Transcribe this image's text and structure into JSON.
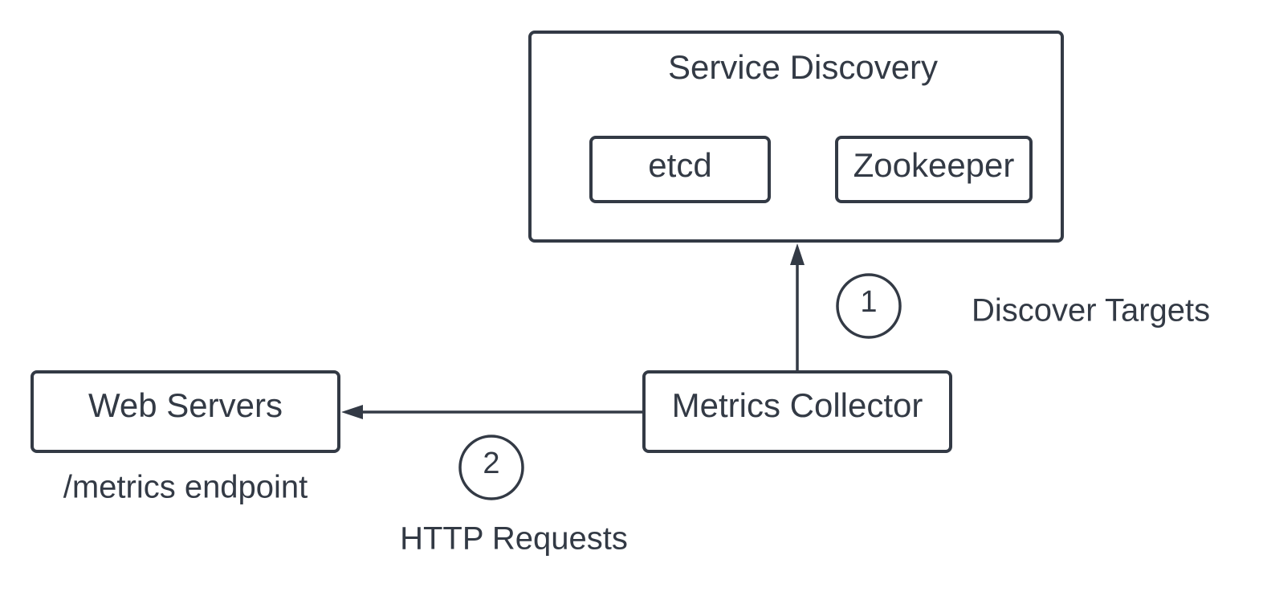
{
  "nodes": {
    "service_discovery": {
      "label": "Service Discovery"
    },
    "etcd": {
      "label": "etcd"
    },
    "zookeeper": {
      "label": "Zookeeper"
    },
    "metrics_collector": {
      "label": "Metrics Collector"
    },
    "web_servers": {
      "label": "Web Servers"
    }
  },
  "annotations": {
    "web_servers_note": "/metrics endpoint"
  },
  "steps": [
    {
      "number": "1",
      "label": "Discover Targets"
    },
    {
      "number": "2",
      "label": "HTTP Requests"
    }
  ],
  "edges": [
    {
      "from": "Metrics Collector",
      "to": "Service Discovery",
      "step": "1"
    },
    {
      "from": "Metrics Collector",
      "to": "Web Servers",
      "step": "2"
    }
  ],
  "colors": {
    "stroke": "#333a45",
    "background": "#ffffff"
  }
}
